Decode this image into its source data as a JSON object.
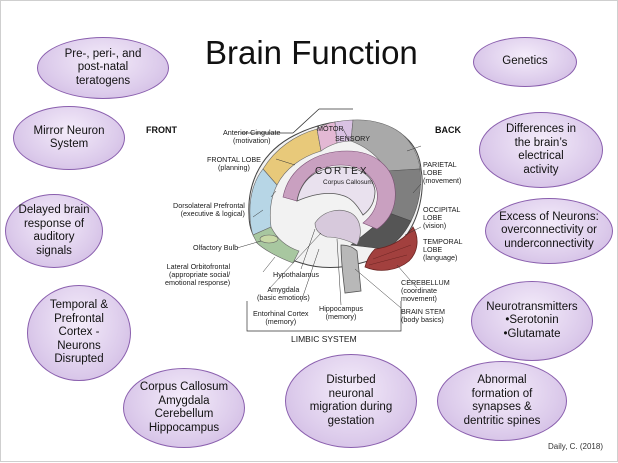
{
  "title": "Brain Function",
  "ovals": {
    "teratogens": "Pre-, peri-, and\npost-natal\nteratogens",
    "genetics": "Genetics",
    "mirror_neuron": "Mirror Neuron\nSystem",
    "electrical": "Differences in\nthe brain’s\nelectrical\nactivity",
    "delayed_response": "Delayed brain\nresponse of\nauditory\nsignals",
    "excess_neurons": "Excess of Neurons:\noverconnectivity or\nunderconnectivity",
    "temporal_prefrontal": "Temporal &\nPrefrontal\nCortex -\nNeurons\nDisrupted",
    "neurotransmitters": "Neurotransmitters\n•Serotonin\n•Glutamate",
    "corpus_callosum": "Corpus Callosum\nAmygdala\nCerebellum\nHippocampus",
    "migration": "Disturbed\nneuronal\nmigration during\ngestation",
    "synapses": "Abnormal\nformation of\nsynapses &\ndentritic spines"
  },
  "diagram": {
    "front": "FRONT",
    "back": "BACK",
    "cortex": "CORTEX",
    "corpus_callosum": "Corpus Callosum",
    "limbic_system": "LIMBIC SYSTEM",
    "labels": {
      "anterior_cingulate": "Anterior Cingulate\n(motivation)",
      "motor": "MOTOR",
      "sensory": "SENSORY",
      "frontal_lobe": "FRONTAL LOBE\n(planning)",
      "parietal_lobe": "PARIETAL\nLOBE\n(movement)",
      "occipital_lobe": "OCCIPITAL\nLOBE\n(vision)",
      "dorsolateral": "Dorsolateral Prefrontal\n(executive & logical)",
      "temporal_lobe": "TEMPORAL\nLOBE\n(language)",
      "olfactory": "Olfactory Bulb",
      "orbitofrontal": "Lateral Orbitofrontal\n(appropriate social/\nemotional response)",
      "hypothalamus": "Hypothalamus",
      "cerebellum": "CEREBELLUM\n(coordinate\nmovement)",
      "amygdala": "Amygdala\n(basic emotions)",
      "entorhinal": "Entorhinal Cortex\n(memory)",
      "hippocampus": "Hippocampus\n(memory)",
      "brain_stem": "BRAIN STEM\n(body basics)"
    }
  },
  "credit": "Daily, C. (2018)",
  "colors": {
    "oval_border": "#8a5fae",
    "oval_fill": "#dccbeb",
    "frontal": "#e8c97a",
    "prefrontal": "#b7d6e6",
    "parietal": "#a9a9a9",
    "occipital": "#7f7f7f",
    "temporal": "#555555",
    "limbic": "#c9a0c0",
    "cerebellum": "#a2403e"
  }
}
